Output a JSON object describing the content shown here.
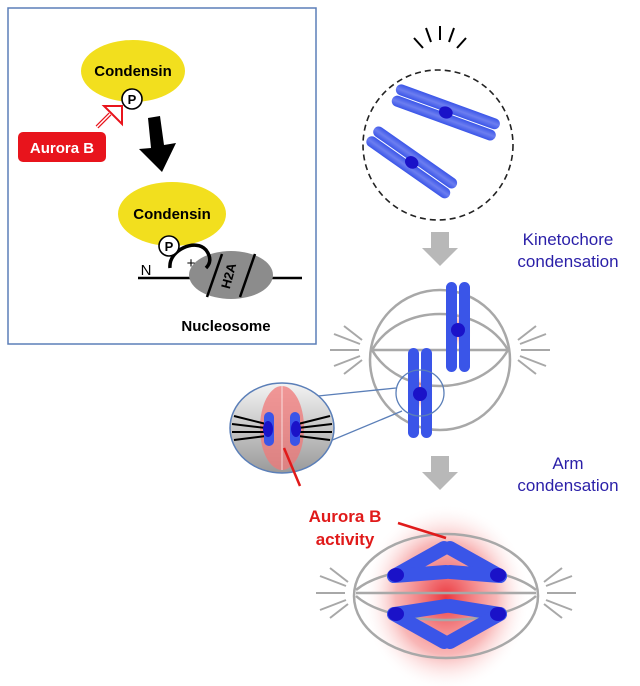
{
  "inset": {
    "condensin_top": "Condensin",
    "phospho_top": "P",
    "kinase": "Aurora B",
    "condensin_bottom": "Condensin",
    "phospho_bottom": "P",
    "n_terminus": "N",
    "charge": "+",
    "histone": "H2A",
    "nucleosome": "Nucleosome"
  },
  "steps": {
    "kinetochore_line1": "Kinetochore",
    "kinetochore_line2": "condensation",
    "arm_line1": "Arm",
    "arm_line2": "condensation"
  },
  "activity": {
    "line1": "Aurora B",
    "line2": "activity"
  },
  "colors": {
    "condensin": "#f2df1e",
    "aurora_b": "#e8141c",
    "chromosome": "#3a55e8",
    "centromere": "#1a12c8",
    "label_blue": "#2a1fa8",
    "activity_red": "#e01a1a",
    "spindle": "#a8a8a8"
  }
}
